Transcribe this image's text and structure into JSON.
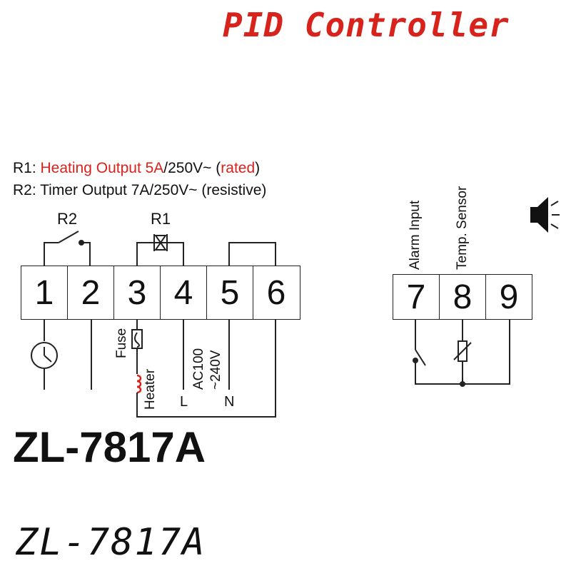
{
  "title": "PID Controller",
  "specs": {
    "r1": {
      "prefix": "R1: ",
      "highlight1": "Heating Output 5A",
      "mid": "/250V~ (",
      "highlight2": "rated",
      "suffix": ")"
    },
    "r2": "R2: Timer Output 7A/250V~ (resistive)"
  },
  "relays": {
    "r2": "R2",
    "r1": "R1"
  },
  "terminals_left": [
    "1",
    "2",
    "3",
    "4",
    "5",
    "6"
  ],
  "terminals_right": [
    "7",
    "8",
    "9"
  ],
  "labels": {
    "fuse": "Fuse",
    "heater": "Heater",
    "ac_line1": "AC100",
    "ac_line2": "~240V",
    "l": "L",
    "n": "N",
    "alarm_input": "Alarm Input",
    "temp_sensor": "Temp. Sensor"
  },
  "model": "ZL-7817A",
  "model_script": "ZL-7817A",
  "colors": {
    "accent": "#d8221c",
    "ink": "#111111"
  },
  "icons": [
    "clock-icon",
    "speaker-icon",
    "fuse-icon",
    "heater-coil-icon",
    "thermistor-icon",
    "switch-icon"
  ]
}
